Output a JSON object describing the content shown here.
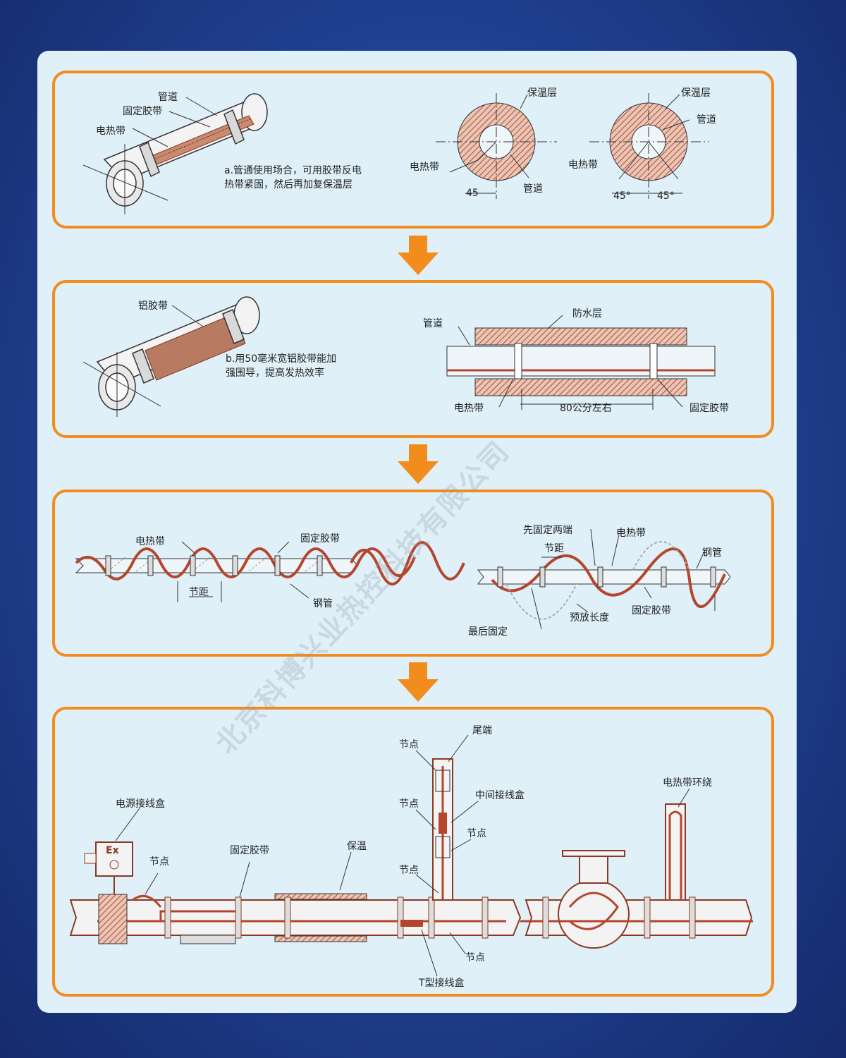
{
  "colors": {
    "accent": "#f28c1c",
    "heater": "#b5462e",
    "line": "#333333",
    "background": "#1f3f8f",
    "card": "#dff0f9"
  },
  "watermark": "北京科博兴业热控科技有限公司",
  "panel1": {
    "label_pipe": "管道",
    "label_tape": "固定胶带",
    "label_heater": "电热带",
    "note_line1": "a.管通使用场合，可用胶带反电",
    "note_line2": "热带紧固，然后再加复保温层",
    "c1_insulation": "保温层",
    "c1_heater": "电热带",
    "c1_pipe": "管道",
    "c1_angle": "45",
    "c2_insulation": "保温层",
    "c2_pipe": "管道",
    "c2_heater": "电热带",
    "c2_angle_left": "45°",
    "c2_angle_right": "45°"
  },
  "panel2": {
    "label_al_tape": "铝胶带",
    "note_line1": "b.用50毫米宽铝胶带能加",
    "note_line2": "强围导，提高发热效率",
    "label_pipe": "管道",
    "label_waterproof": "防水层",
    "label_heater": "电热带",
    "label_spacing": "80公分左右",
    "label_tape": "固定胶带"
  },
  "panel3": {
    "label_heater": "电热带",
    "label_tape": "固定胶带",
    "label_pitch": "节距",
    "label_steel_pipe": "钢管",
    "r_fix_ends": "先固定两端",
    "r_heater": "电热带",
    "r_steel_pipe": "钢管",
    "r_pitch": "节距",
    "r_reserve": "预放长度",
    "r_tape": "固定胶带",
    "r_last_fix": "最后固定"
  },
  "panel4": {
    "power_box": "电源接线盒",
    "ex_mark": "Ex",
    "node1": "节点",
    "tape": "固定胶带",
    "insulation": "保温",
    "tail": "尾端",
    "node2": "节点",
    "node3": "节点",
    "mid_box": "中间接线盒",
    "node4": "节点",
    "node5": "节点",
    "node6": "节点",
    "t_box": "T型接线盒",
    "heater_loop": "电热带环绕"
  }
}
